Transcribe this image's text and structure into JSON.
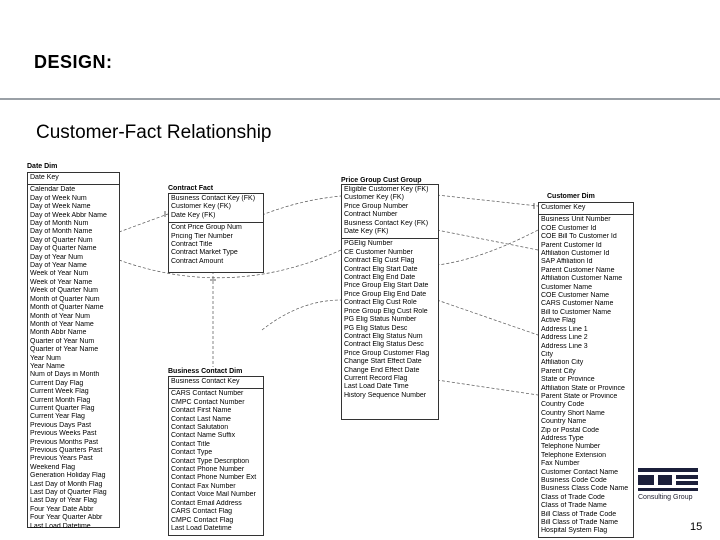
{
  "header": {
    "title": "DESIGN:"
  },
  "slide": {
    "subtitle": "Customer-Fact Relationship",
    "page_number": "15"
  },
  "logo": {
    "text": "Consulting Group",
    "color": "#1b1f3a"
  },
  "entities": {
    "date_dim": {
      "title": "Date Dim",
      "key_fields": [
        "Date Key"
      ],
      "attributes": [
        "Calendar Date",
        "Day of Week Num",
        "Day of Week Name",
        "Day of Week Abbr Name",
        "Day of Month Num",
        "Day of Month Name",
        "Day of Quarter Num",
        "Day of Quarter Name",
        "Day of Year Num",
        "Day of Year Name",
        "Week of Year Num",
        "Week of Year Name",
        "Week of Quarter Num",
        "Month of Quarter Num",
        "Month of Quarter Name",
        "Month of Year Num",
        "Month of Year Name",
        "Month Abbr Name",
        "Quarter of Year Num",
        "Quarter of Year Name",
        "Year Num",
        "Year Name",
        "Num of Days in Month",
        "Current Day Flag",
        "Current Week Flag",
        "Current Month Flag",
        "Current Quarter Flag",
        "Current Year Flag",
        "Previous Days Past",
        "Previous Weeks Past",
        "Previous Months Past",
        "Previous Quarters Past",
        "Previous Years Past",
        "Weekend Flag",
        "Generation Holiday Flag",
        "Last Day of Month Flag",
        "Last Day of Quarter Flag",
        "Last Day of Year Flag",
        "Four Year Date Abbr",
        "Four Year Quarter Abbr",
        "Last Load Datetime"
      ]
    },
    "contract_fact": {
      "title": "Contract Fact",
      "key_fields": [
        "Business Contact Key (FK)",
        "Customer Key (FK)",
        "Date Key (FK)"
      ],
      "attributes": [
        "Cont Price Group Num",
        "Pricing Tier Number",
        "Contract Title",
        "Contract Market Type",
        "Contract Amount"
      ]
    },
    "business_contact_dim": {
      "title": "Business Contact Dim",
      "key_fields": [
        "Business Contact Key"
      ],
      "attributes": [
        "CARS Contact Number",
        "CMPC Contact Number",
        "Contact First Name",
        "Contact Last Name",
        "Contact Salutation",
        "Contact Name Suffix",
        "Contact Title",
        "Contact Type",
        "Contact Type Description",
        "Contact Phone Number",
        "Contact Phone Number Ext",
        "Contact Fax Number",
        "Contact Voice Mail Number",
        "Contact Email Address",
        "CARS Contact Flag",
        "CMPC Contact Flag",
        "Last Load Datetime"
      ]
    },
    "price_group_cust_group": {
      "title": "Price Group Cust Group",
      "key_fields": [
        "Eligible Customer Key (FK)",
        "Customer Key (FK)",
        "Price Group Number",
        "Contract Number",
        "Business Contact Key (FK)",
        "Date Key (FK)"
      ],
      "attributes": [
        "PGElig Number",
        "CE Customer Number",
        "Contract Elg Cust Flag",
        "Contract Elig Start Date",
        "Contract Elig End Date",
        "Price Group Elig Start Date",
        "Price Group Elig End Date",
        "Contract Elig Cust Role",
        "Price Group Elig Cust Role",
        "PG Elig Status Number",
        "PG Elig Status Desc",
        "Contract Elig Status Num",
        "Contract Elig Status Desc",
        "Price Group Customer Flag",
        "Change Start Effect Date",
        "Change End Effect Date",
        "Current Record Flag",
        "Last Load Date Time",
        "History Sequence Number"
      ]
    },
    "customer_dim": {
      "title": "Customer Dim",
      "key_fields": [
        "Customer Key"
      ],
      "attributes": [
        "Business Unit Number",
        "COE Customer Id",
        "COE Bill To Customer Id",
        "Parent Customer Id",
        "Affiliation Customer Id",
        "SAP Affiliation Id",
        "Parent Customer Name",
        "Affiliation Customer Name",
        "Customer Name",
        "COE Customer Name",
        "CARS Customer Name",
        "Bill to Customer Name",
        "Active Flag",
        "Address Line 1",
        "Address Line 2",
        "Address Line 3",
        "City",
        "Affiliation City",
        "Parent City",
        "State or Province",
        "Affiliation State or Province",
        "Parent State or Province",
        "Country Code",
        "Country Short Name",
        "Country Name",
        "Zip or Postal Code",
        "Address Type",
        "Telephone Number",
        "Telephone Extension",
        "Fax Number",
        "Customer Contact Name",
        "Business Code Code",
        "Business Class Code Name",
        "Class of Trade Code",
        "Class of Trade Name",
        "Bill Class of Trade Code",
        "Bill Class of Trade Name",
        "Hospital System Flag"
      ]
    }
  }
}
